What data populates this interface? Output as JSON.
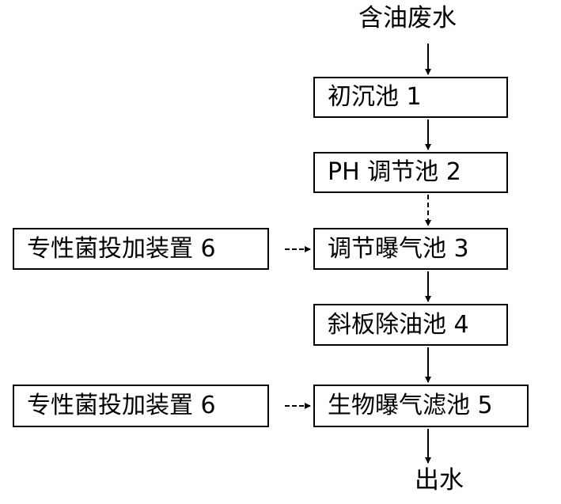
{
  "input_label": "含油废水",
  "output_label": "出水",
  "process_boxes": [
    "初沉池 1",
    "PH 调节池 2",
    "调节曝气池 3",
    "斜板除油池 4",
    "生物曝气滤池 5"
  ],
  "side_boxes": [
    "专性菌投加装置 6",
    "专性菌投加装置 6"
  ]
}
